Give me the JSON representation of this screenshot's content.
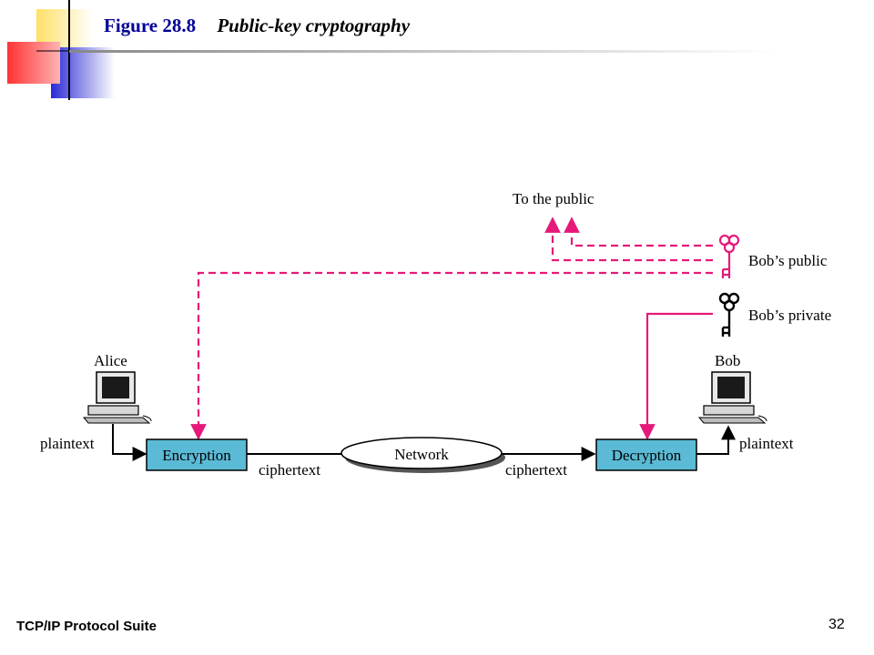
{
  "header": {
    "figure_number": "Figure 28.8",
    "title": "Public-key cryptography"
  },
  "diagram": {
    "alice_label": "Alice",
    "bob_label": "Bob",
    "to_public_label": "To the public",
    "bob_public_label": "Bob’s public",
    "bob_private_label": "Bob’s private",
    "encryption_label": "Encryption",
    "decryption_label": "Decryption",
    "network_label": "Network",
    "plaintext_left": "plaintext",
    "plaintext_right": "plaintext",
    "ciphertext_left": "ciphertext",
    "ciphertext_right": "ciphertext"
  },
  "colors": {
    "accent_magenta": "#e6197a",
    "box_fill": "#5bbad5",
    "title_blue": "#000099"
  },
  "footer": {
    "suite": "TCP/IP Protocol Suite",
    "page_number": "32"
  }
}
